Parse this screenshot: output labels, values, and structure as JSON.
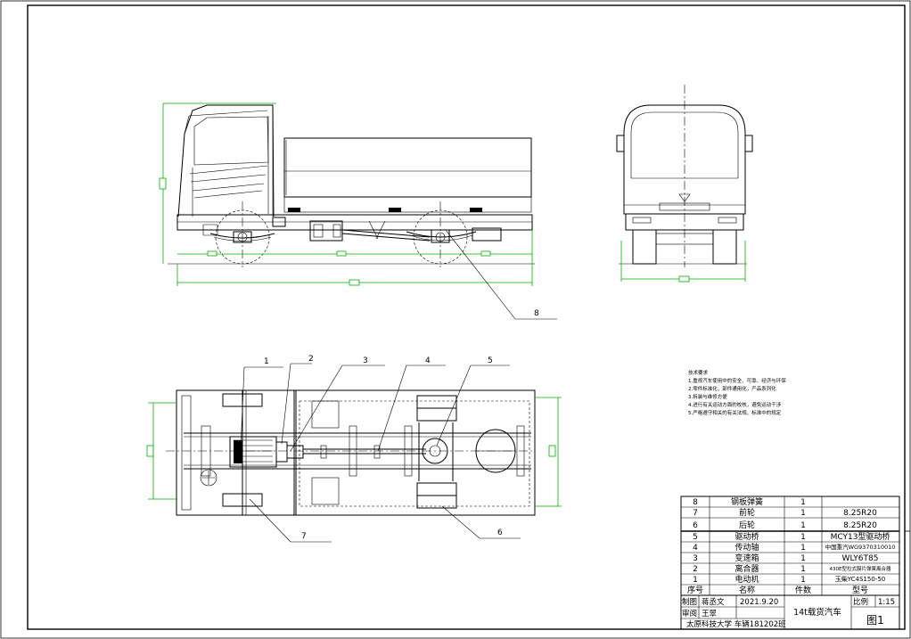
{
  "balloons": [
    "1",
    "2",
    "3",
    "4",
    "5",
    "6",
    "7",
    "8"
  ],
  "notes": {
    "heading": "技术要求",
    "lines": [
      "1.重视汽车使用中的安全、可靠、经济与环保",
      "2.零件标准化，部件通用化，产品系列化",
      "3.拆装与维修方便",
      "4.进行有关运动方面的校核，避免运动干涉",
      "5.严格遵守相关的有关法规、标准中的规定"
    ]
  },
  "bom": {
    "rows": [
      {
        "no": "8",
        "name": "钢板弹簧",
        "qty": "1",
        "model": ""
      },
      {
        "no": "7",
        "name": "前轮",
        "qty": "1",
        "model": "8.25R20"
      },
      {
        "no": "6",
        "name": "后轮",
        "qty": "1",
        "model": "8.25R20"
      },
      {
        "no": "5",
        "name": "驱动桥",
        "qty": "1",
        "model": "MCY13型驱动桥"
      },
      {
        "no": "4",
        "name": "传动轴",
        "qty": "1",
        "model": "中国重汽WG9370310010"
      },
      {
        "no": "3",
        "name": "变速箱",
        "qty": "1",
        "model": "WLY6T85"
      },
      {
        "no": "2",
        "name": "离合器",
        "qty": "1",
        "model": "430E型拉式膜片弹簧离合器"
      },
      {
        "no": "1",
        "name": "电动机",
        "qty": "1",
        "model": "玉柴YC4S150-50"
      }
    ],
    "header": {
      "no": "序号",
      "name": "名称",
      "qty": "件数",
      "model": "型号"
    }
  },
  "title_block": {
    "drawn_label": "制图",
    "drawn_by": "蒋丞文",
    "date": "2021.9.20",
    "title": "14t载货汽车",
    "scale_label": "比例",
    "scale": "1:15",
    "checked_label": "审阅",
    "checked_by": "王翠",
    "org": "太原科技大学  车辆181202班",
    "sheet": "图1"
  }
}
